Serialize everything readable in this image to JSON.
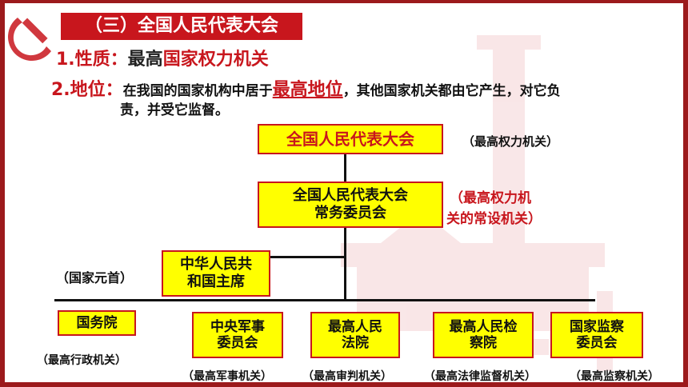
{
  "header": {
    "title": "（三）全国人民代表大会"
  },
  "nature": {
    "label": "1.性质：",
    "prefix": "最高",
    "emphasis": "国家权力机关"
  },
  "status": {
    "label": "2.地位：",
    "text_before": "在我国的国家机构中居于",
    "emphasis": "最高地位",
    "text_after": "，其他国家机关都由它产生，对它负",
    "text_line2": "责，并受它监督。"
  },
  "chart": {
    "top_box": "全国人民代表大会",
    "top_note": "（最高权力机关）",
    "standing_box": [
      "全国人民代表大会",
      "常务委员会"
    ],
    "standing_note": [
      "（最高权力机",
      "关的常设机关）"
    ],
    "president_box": [
      "中华人民共",
      "和国主席"
    ],
    "president_note": "（国家元首）",
    "state_council": {
      "label": "国务院",
      "note": "（最高行政机关）"
    },
    "military": {
      "label": [
        "中央军事",
        "委员会"
      ],
      "note": "（最高军事机关）"
    },
    "court": {
      "label": [
        "最高人民",
        "法院"
      ],
      "note": "（最高审判机关）"
    },
    "procuratorate": {
      "label": [
        "最高人民检",
        "察院"
      ],
      "note": "（最高法律监督机关）"
    },
    "supervision": {
      "label": [
        "国家监察",
        "委员会"
      ],
      "note": "（最高监察机关）"
    }
  },
  "colors": {
    "accent_red": "#c8161d",
    "box_yellow": "#ffff00",
    "frame": "#9c1a1c"
  },
  "icons": [
    "hammer-sickle-icon",
    "monument-watermark-icon"
  ]
}
